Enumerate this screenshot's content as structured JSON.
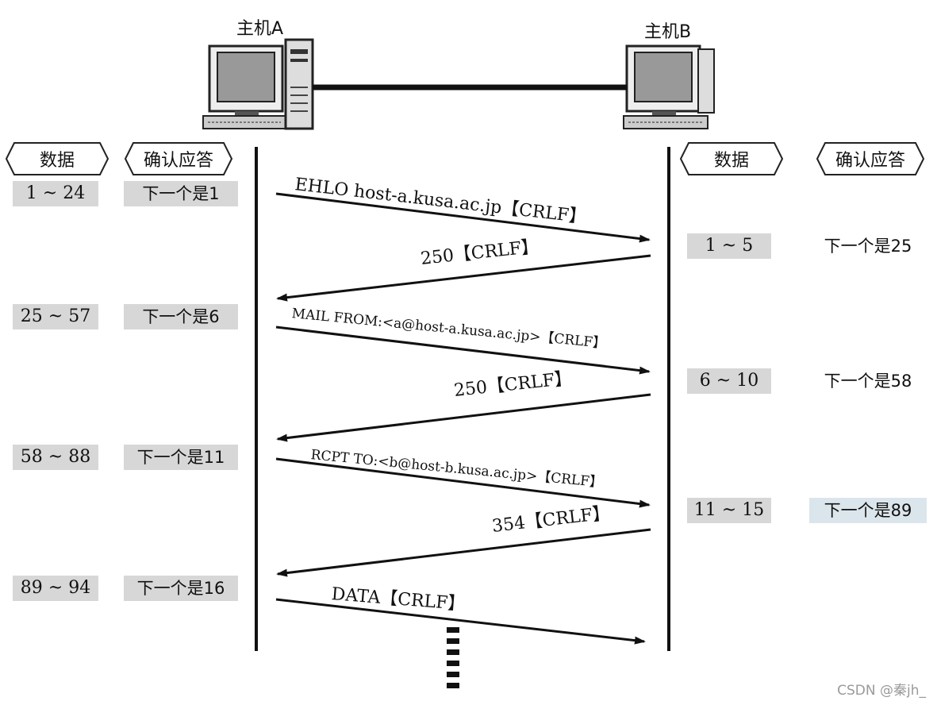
{
  "hosts": {
    "a": {
      "label": "主机A"
    },
    "b": {
      "label": "主机B"
    }
  },
  "headers": {
    "data_label": "数据",
    "ack_label": "确认应答"
  },
  "host_a_rows": [
    {
      "data": "1 ~ 24",
      "ack": "下一个是1"
    },
    {
      "data": "25 ~ 57",
      "ack": "下一个是6"
    },
    {
      "data": "58 ~ 88",
      "ack": "下一个是11"
    },
    {
      "data": "89 ~ 94",
      "ack": "下一个是16"
    }
  ],
  "host_b_rows": [
    {
      "data": "1 ~ 5",
      "ack": "下一个是25"
    },
    {
      "data": "6 ~ 10",
      "ack": "下一个是58"
    },
    {
      "data": "11 ~ 15",
      "ack": "下一个是89"
    }
  ],
  "messages": [
    {
      "text": "EHLO host-a.kusa.ac.jp【CRLF】",
      "direction": "A-to-B"
    },
    {
      "text": "250【CRLF】",
      "direction": "B-to-A"
    },
    {
      "text": "MAIL FROM:<a@host-a.kusa.ac.jp>【CRLF】",
      "direction": "A-to-B"
    },
    {
      "text": "250【CRLF】",
      "direction": "B-to-A"
    },
    {
      "text": "RCPT TO:<b@host-b.kusa.ac.jp>【CRLF】",
      "direction": "A-to-B"
    },
    {
      "text": "354【CRLF】",
      "direction": "B-to-A"
    },
    {
      "text": "DATA【CRLF】",
      "direction": "A-to-B"
    }
  ],
  "watermark": "CSDN @秦jh_",
  "colors": {
    "line": "#111111",
    "box": "#d7d7d7"
  }
}
